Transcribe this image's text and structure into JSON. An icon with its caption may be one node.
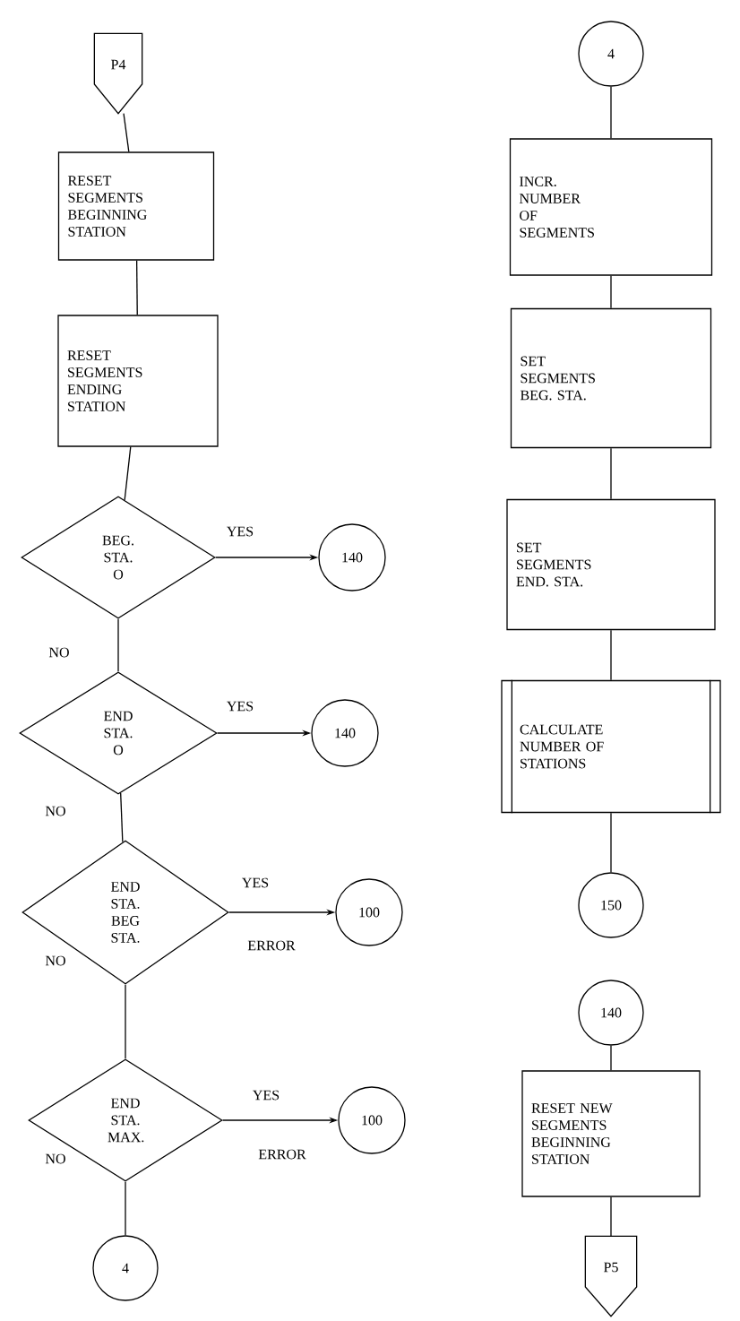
{
  "diagram": {
    "nodes": [
      {
        "text": [
          "P4"
        ]
      },
      {
        "text": [
          "RESET SEGMENTS BEGINNING STATION"
        ]
      },
      {
        "text": [
          "RESET SEGMENTS ENDING STATION"
        ]
      },
      {
        "text": [
          "BEG. STA. O"
        ]
      },
      {
        "text": [
          "140"
        ]
      },
      {
        "text": [
          "END STA. O"
        ]
      },
      {
        "text": [
          "140"
        ]
      },
      {
        "text": [
          "END STA. BEG STA."
        ]
      },
      {
        "text": [
          "100"
        ]
      },
      {
        "text": [
          "END STA. MAX."
        ]
      },
      {
        "text": [
          "100"
        ]
      },
      {
        "text": [
          "4"
        ]
      },
      {
        "text": [
          "4"
        ]
      },
      {
        "text": [
          "INCR. NUMBER OF SEGMENTS"
        ]
      },
      {
        "text": [
          "SET SEGMENTS BEG. STA."
        ]
      },
      {
        "text": [
          "SET SEGMENTS END. STA."
        ]
      },
      {
        "text": [
          "CALCULATE NUMBER OF STATIONS"
        ]
      },
      {
        "text": [
          "150"
        ]
      },
      {
        "text": [
          "140"
        ]
      },
      {
        "text": [
          "RESET NEW SEGMENTS BEGINNING STATION"
        ]
      },
      {
        "text": [
          "P5"
        ]
      }
    ],
    "edges": [
      {
        "from": 0,
        "to": 1,
        "arrow": "none"
      },
      {
        "from": 1,
        "to": 2,
        "arrow": "none"
      },
      {
        "from": 2,
        "to": 3,
        "arrow": "none"
      },
      {
        "from": 3,
        "to": 4,
        "arrow": "to",
        "label": "YES"
      },
      {
        "from": 3,
        "to": 5,
        "arrow": "none",
        "label": "NO"
      },
      {
        "from": 5,
        "to": 6,
        "arrow": "to",
        "label": "YES"
      },
      {
        "from": 5,
        "to": 7,
        "arrow": "none",
        "label": "NO"
      },
      {
        "from": 7,
        "to": 8,
        "arrow": "to",
        "label": "YES"
      },
      {
        "from": 7,
        "to": 9,
        "arrow": "none",
        "label": "NO"
      },
      {
        "from": 9,
        "to": 10,
        "arrow": "to",
        "label": "YES"
      },
      {
        "from": 9,
        "to": 11,
        "arrow": "none",
        "label": "NO"
      },
      {
        "from": 12,
        "to": 13,
        "arrow": "none"
      },
      {
        "from": 13,
        "to": 14,
        "arrow": "none"
      },
      {
        "from": 14,
        "to": 15,
        "arrow": "none"
      },
      {
        "from": 15,
        "to": 16,
        "arrow": "none"
      },
      {
        "from": 16,
        "to": 17,
        "arrow": "none"
      },
      {
        "from": 18,
        "to": 19,
        "arrow": "none"
      },
      {
        "from": 19,
        "to": 20,
        "arrow": "none"
      }
    ],
    "labels": [
      "ERROR",
      "ERROR"
    ]
  }
}
